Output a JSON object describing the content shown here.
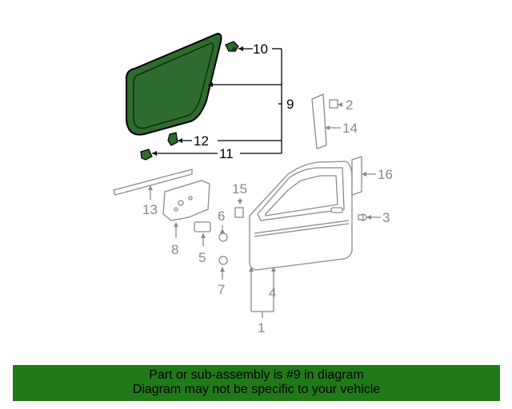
{
  "diagram": {
    "callouts": {
      "c1": "1",
      "c2": "2",
      "c3": "3",
      "c4": "4",
      "c5": "5",
      "c6": "6",
      "c7": "7",
      "c8": "8",
      "c9": "9",
      "c10": "10",
      "c11": "11",
      "c12": "12",
      "c13": "13",
      "c14": "14",
      "c15": "15",
      "c16": "16"
    },
    "colors": {
      "highlight_fill": "#2e6b2e",
      "line_dark": "#000000",
      "line_grey": "#8a8a8a",
      "banner_bg": "#1f7a17"
    }
  },
  "banner": {
    "line1": "Part or sub-assembly is #9 in diagram",
    "line2": "Diagram may not be specific to your vehicle"
  }
}
